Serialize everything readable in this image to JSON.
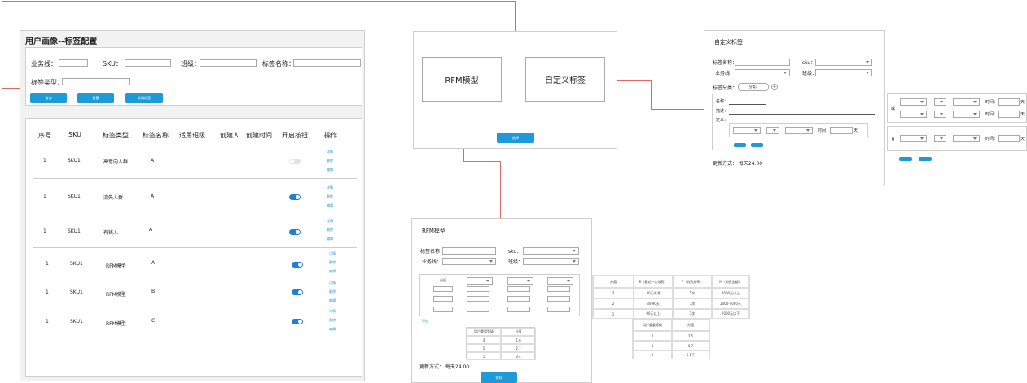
{
  "main": {
    "title": "用户画像--标签配置",
    "filters": {
      "business_line": "业务线：",
      "sku": "SKU：",
      "class": "班级：",
      "tag_name": "标签名称：",
      "tag_type": "标签类型："
    },
    "buttons": {
      "query": "查询",
      "reset": "重置",
      "add": "新增标签"
    },
    "table": {
      "headers": [
        "序号",
        "SKU",
        "标签类型",
        "标签名称",
        "适用班级",
        "创建人",
        "创建时间",
        "开启按钮",
        "操作"
      ],
      "rows": [
        {
          "no": "1",
          "sku": "SKU1",
          "type": "高意向人群",
          "name": "A",
          "on": false
        },
        {
          "no": "1",
          "sku": "SKU1",
          "type": "流失人群",
          "name": "A",
          "on": true
        },
        {
          "no": "1",
          "sku": "SKU1",
          "type": "有钱人",
          "name": "A",
          "on": true
        },
        {
          "no": "1",
          "sku": "SKU1",
          "type": "RFM模型",
          "name": "A",
          "on": true
        },
        {
          "no": "1",
          "sku": "SKU1",
          "type": "RFM模型",
          "name": "B",
          "on": true
        },
        {
          "no": "1",
          "sku": "SKU1",
          "type": "RFM模型",
          "name": "C",
          "on": true
        }
      ],
      "ops": [
        "详情",
        "删除",
        "编辑"
      ]
    }
  },
  "choose": {
    "rfm": "RFM模型",
    "custom": "自定义标签",
    "button": "选择"
  },
  "custom": {
    "title": "自定义标签",
    "tag_name": "标签名称：",
    "sku": "sku：",
    "business_line": "业务线：",
    "class": "班级：",
    "category": "标签分类：",
    "category_button": "分类1",
    "name": "名称：",
    "desc": "描述：",
    "define": "定义：",
    "time": "时间：",
    "day": "天",
    "update": "更新方式：  每天24.00",
    "or": "或",
    "and": "且"
  },
  "rfm": {
    "title": "RFM模型",
    "tag_name": "标签名称：",
    "sku": "sku：",
    "business_line": "业务线：",
    "class": "班级：",
    "score": "分值",
    "link": "添加",
    "sub_headers": [
      "用户重要等级",
      "分值"
    ],
    "sub_rows": [
      [
        "4",
        "1.6"
      ],
      [
        "5",
        "2.7"
      ],
      [
        "1",
        "3.4"
      ]
    ],
    "update": "更新方式：  每天24.00",
    "button": "保存"
  },
  "ref_table": {
    "headers": [
      "分值",
      "R（最近一次消费）",
      "F（消费频率）",
      "M（消费金额）"
    ],
    "rows": [
      [
        "3",
        "30天内消",
        "5次",
        "4000元以上"
      ],
      [
        "2",
        "30-90天",
        "3次",
        "2000-4000元"
      ],
      [
        "1",
        "90天以上",
        "1次",
        "2000元以下"
      ]
    ],
    "sub_headers": [
      "用户重要等级",
      "分值"
    ],
    "sub_rows": [
      [
        "4",
        "7.5"
      ],
      [
        "8",
        "6.7"
      ],
      [
        "3",
        "5.6下"
      ]
    ]
  }
}
